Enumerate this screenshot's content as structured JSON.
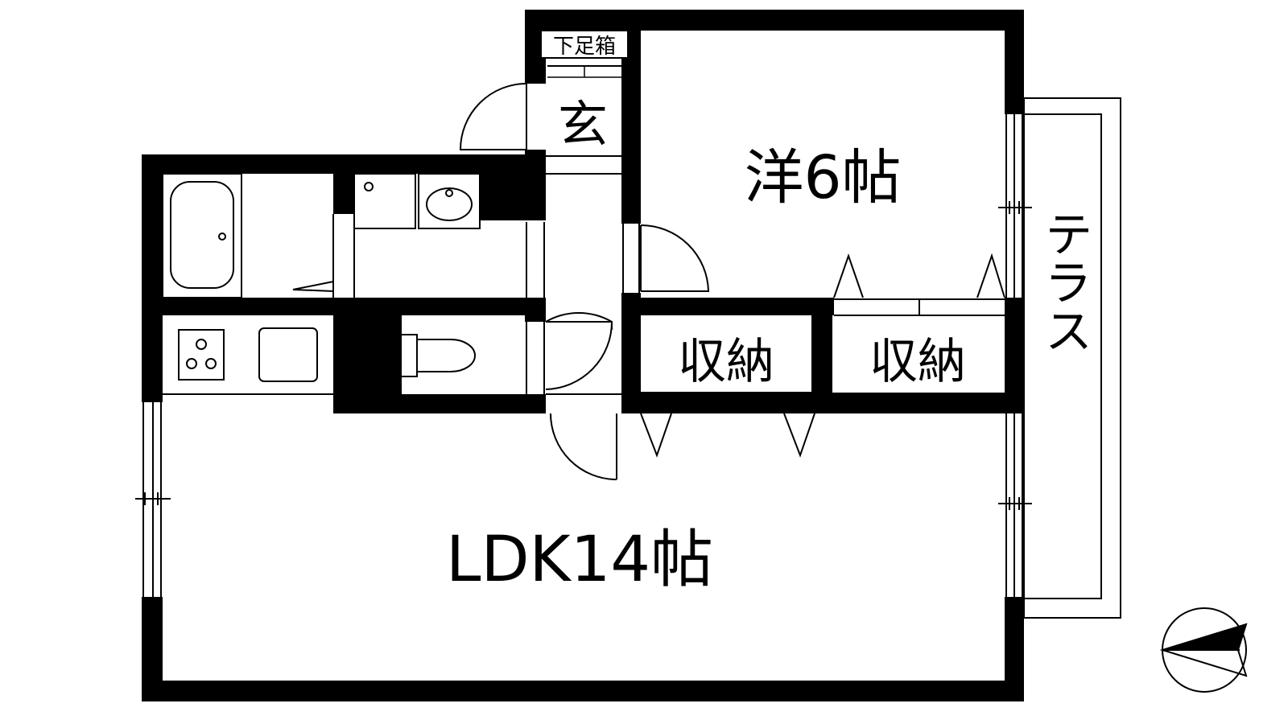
{
  "rooms": {
    "western": "洋6帖",
    "ldk": "LDK14帖",
    "storage_left": "収納",
    "storage_right": "収納",
    "entrance": "玄",
    "shoe_box": "下足箱",
    "terrace": "テラス"
  },
  "icons": {
    "compass": "north-arrow-icon",
    "stove": "stove-icon",
    "bathtub": "bathtub-icon",
    "toilet": "toilet-icon",
    "washbasin": "washbasin-icon"
  },
  "colors": {
    "wall": "#000000",
    "line": "#000000",
    "background": "#ffffff"
  }
}
